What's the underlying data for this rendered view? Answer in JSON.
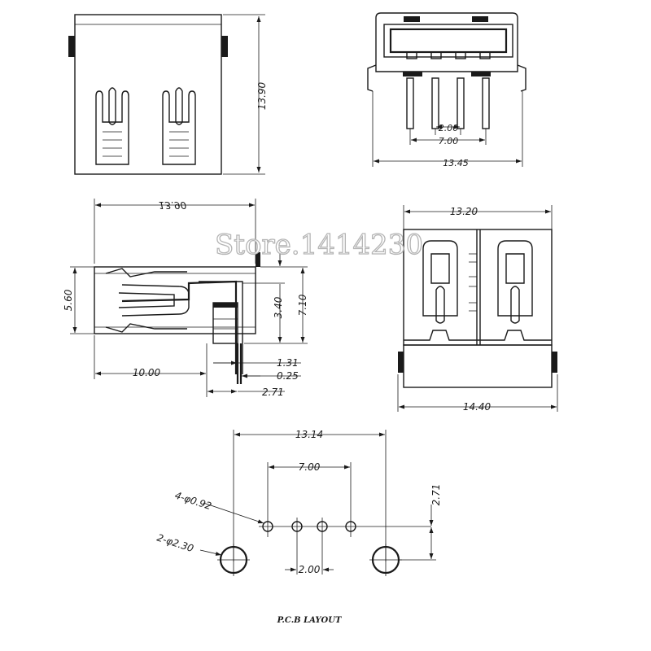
{
  "watermark": "Store.1414230",
  "footer_caption": "P.C.B LAYOUT",
  "front_view": {
    "height_dim": "13.90"
  },
  "pin_view": {
    "pitch_dim": "2.00",
    "span_dim": "7.00",
    "width_dim": "13.45"
  },
  "side_view": {
    "length_dim": "13.90",
    "height_dim": "5.60",
    "pin_height_dim": "3.40",
    "total_height_dim": "7.10",
    "offset_dim": "10.00",
    "pin_width_dim": "1.31",
    "pin_thickness_dim": "0.25",
    "pin_offset_dim": "2.71"
  },
  "rear_view": {
    "width_dim": "13.20",
    "overall_width_dim": "14.40"
  },
  "pcb_layout": {
    "hole_span_dim": "13.14",
    "pin_span_dim": "7.00",
    "row_offset_dim": "2.71",
    "pin_hole_label": "4-φ0.92",
    "mount_hole_label": "2-φ2.30",
    "pin_pitch_dim": "2.00"
  }
}
